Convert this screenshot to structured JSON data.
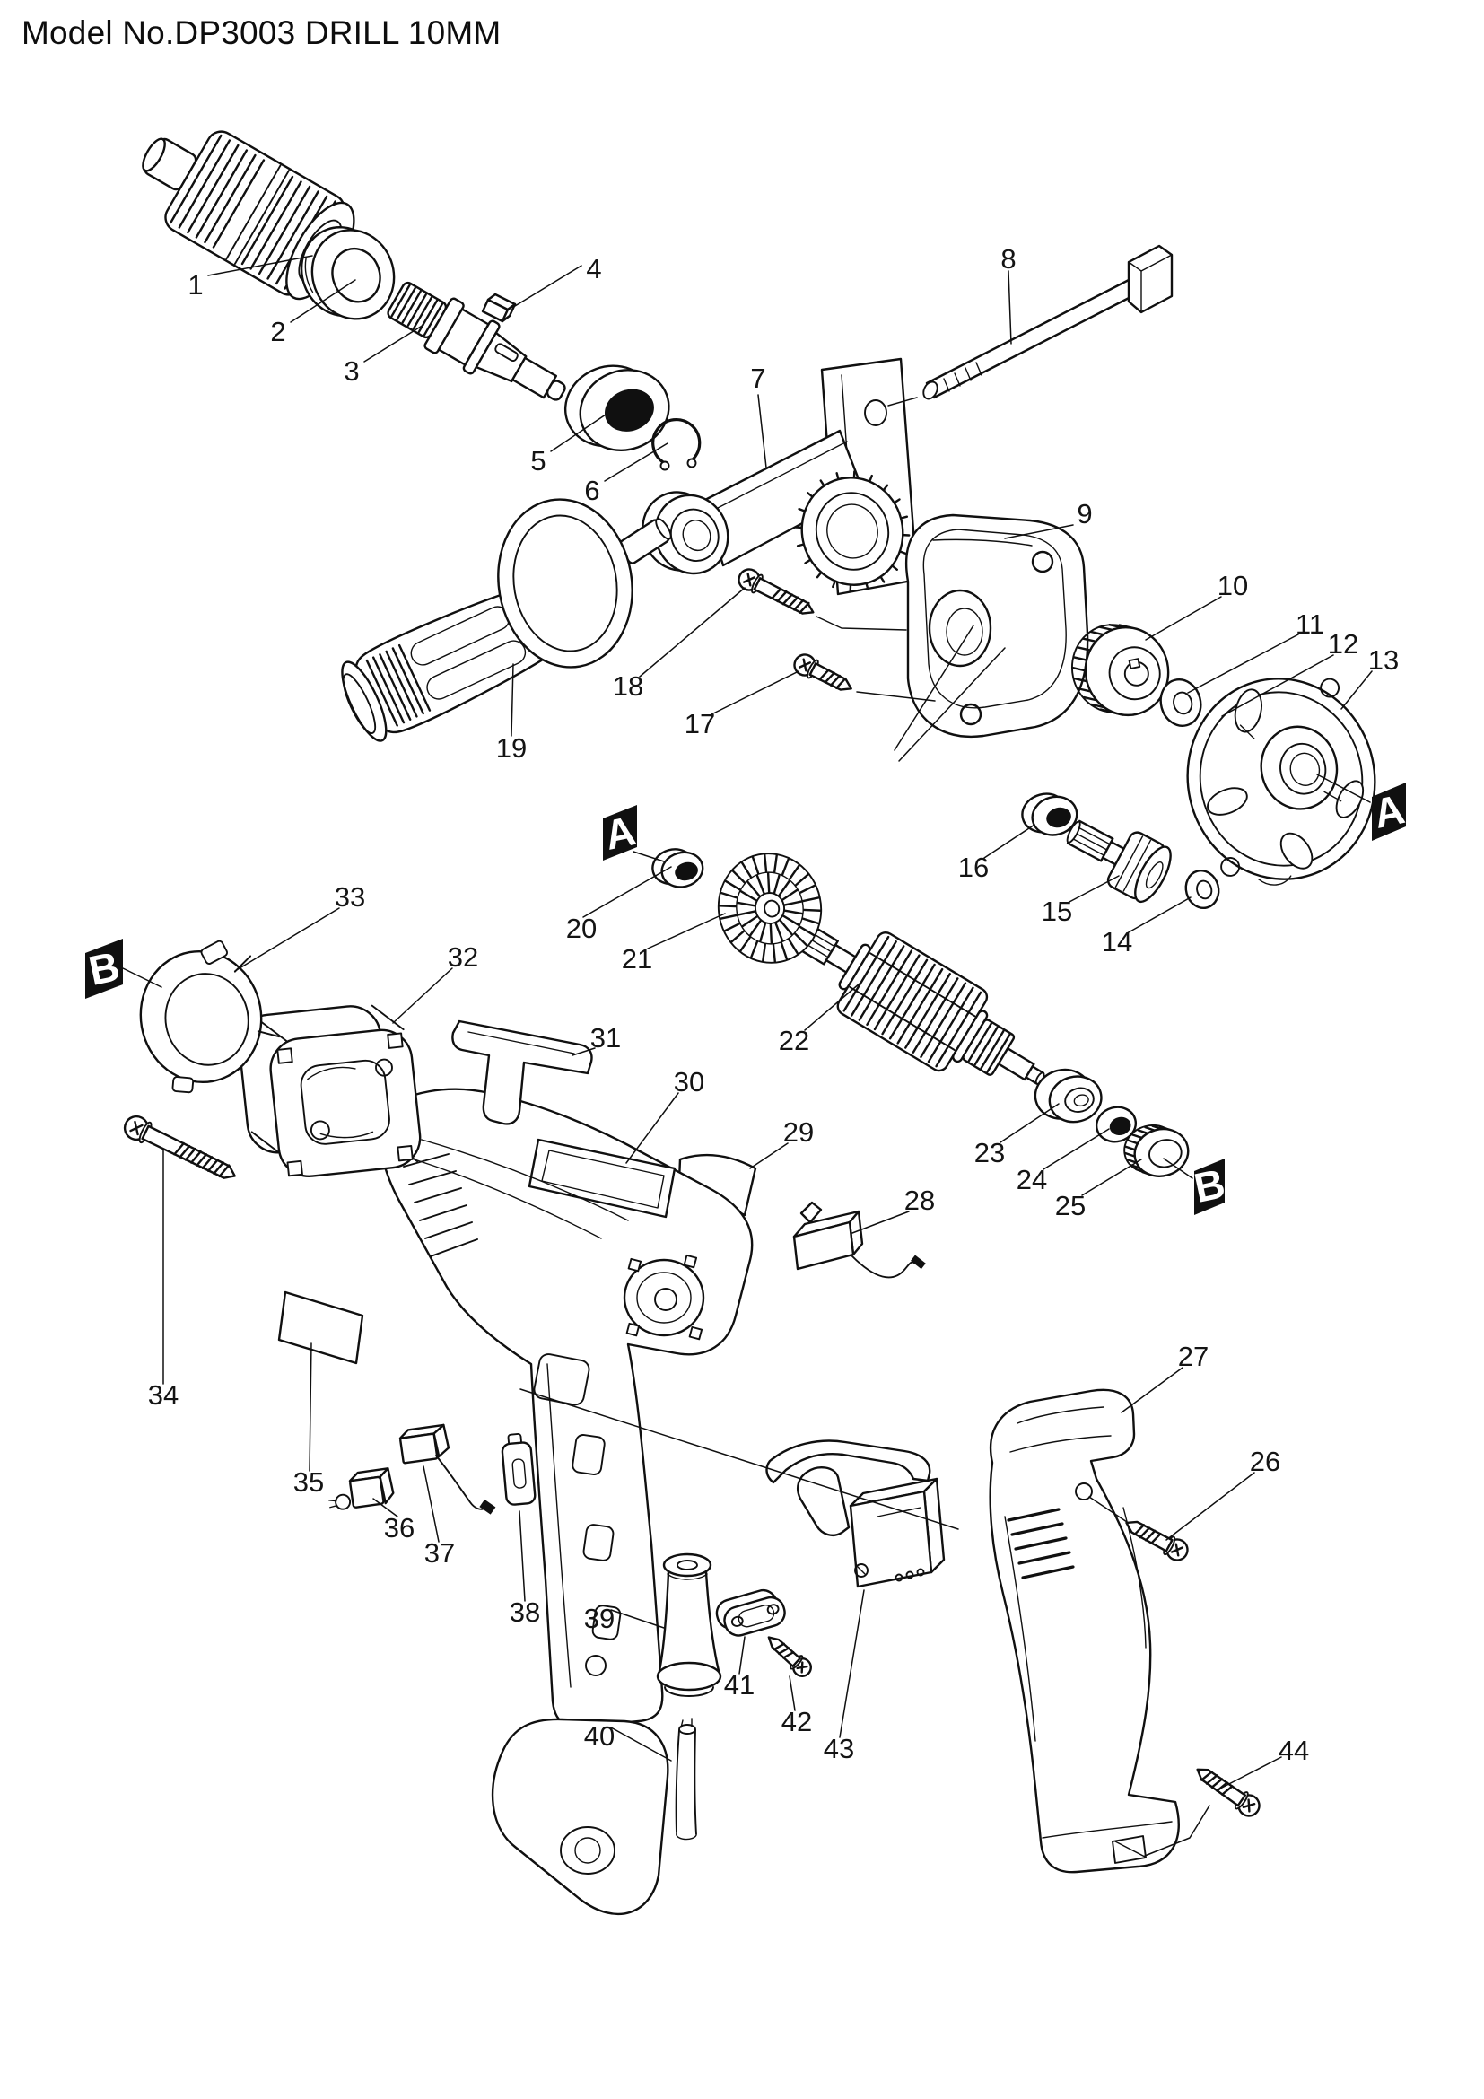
{
  "title": "Model No.DP3003 DRILL 10MM",
  "diagram": {
    "ink_color": "#101010",
    "paper_color": "#ffffff",
    "part_labels": [
      "1",
      "2",
      "3",
      "4",
      "5",
      "6",
      "7",
      "8",
      "9",
      "10",
      "11",
      "12",
      "13",
      "14",
      "15",
      "16",
      "17",
      "18",
      "19",
      "20",
      "21",
      "22",
      "23",
      "24",
      "25",
      "26",
      "27",
      "28",
      "29",
      "30",
      "31",
      "32",
      "33",
      "34",
      "35",
      "36",
      "37",
      "38",
      "39",
      "40",
      "41",
      "42",
      "43",
      "44"
    ],
    "section_markers": [
      {
        "label": "A"
      },
      {
        "label": "A"
      },
      {
        "label": "B"
      },
      {
        "label": "B"
      }
    ]
  }
}
